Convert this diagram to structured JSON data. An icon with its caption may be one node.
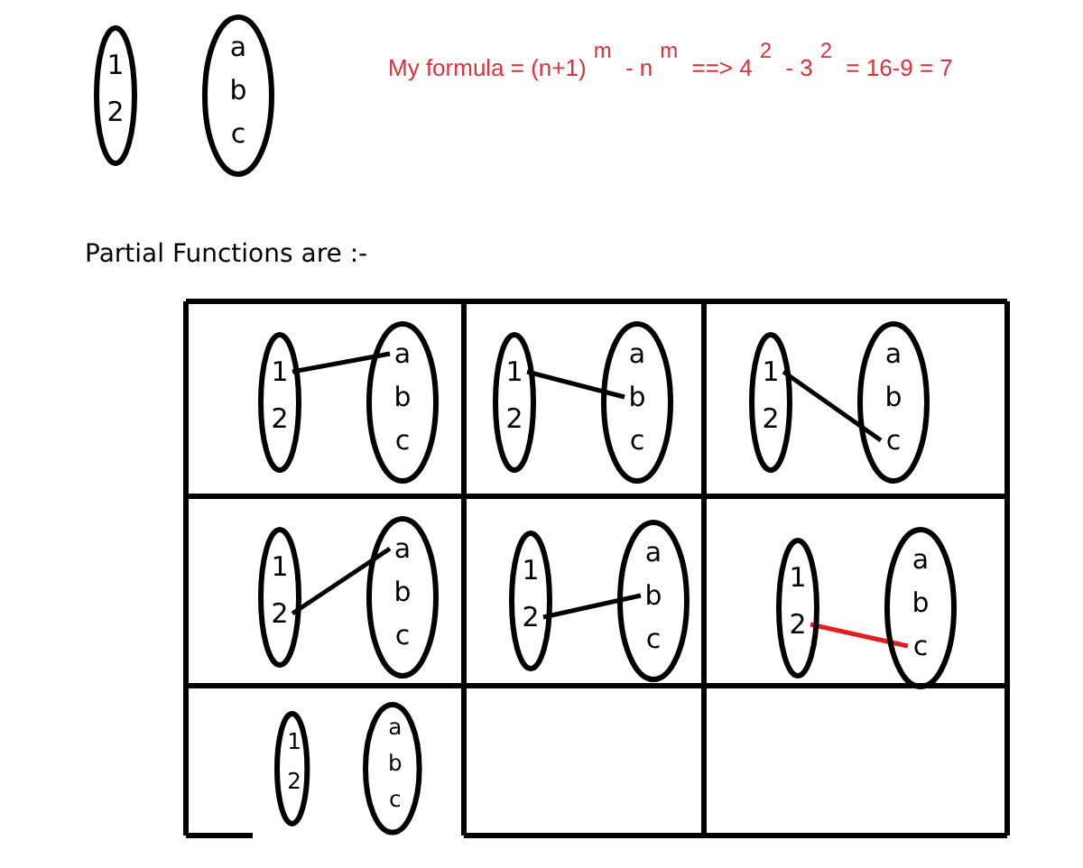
{
  "diagram": {
    "nodes": [
      {
        "text": [],
        "shape": "ellipse"
      },
      {
        "text": [
          "1"
        ],
        "in": 0
      },
      {
        "text": [
          "2"
        ],
        "in": 0
      },
      {
        "text": [],
        "shape": "ellipse"
      },
      {
        "text": [
          "a"
        ],
        "in": 3
      },
      {
        "text": [
          "b"
        ],
        "in": 3
      },
      {
        "text": [
          "c"
        ],
        "in": 3
      },
      {
        "text": [],
        "shape": "ellipse"
      },
      {
        "text": [
          "1"
        ],
        "in": 7
      },
      {
        "text": [
          "2"
        ],
        "in": 7
      },
      {
        "text": [],
        "shape": "ellipse"
      },
      {
        "text": [
          "a"
        ],
        "in": 10
      },
      {
        "text": [
          "b"
        ],
        "in": 10
      },
      {
        "text": [
          "c"
        ],
        "in": 10
      },
      {
        "text": [],
        "shape": "ellipse"
      },
      {
        "text": [
          "1"
        ],
        "in": 14
      },
      {
        "text": [
          "2"
        ],
        "in": 14
      },
      {
        "text": [],
        "shape": "ellipse"
      },
      {
        "text": [
          "a"
        ],
        "in": 17
      },
      {
        "text": [
          "b"
        ],
        "in": 17
      },
      {
        "text": [
          "c"
        ],
        "in": 17
      },
      {
        "text": [],
        "shape": "ellipse"
      },
      {
        "text": [
          "1"
        ],
        "in": 21
      },
      {
        "text": [
          "2"
        ],
        "in": 21
      },
      {
        "text": [],
        "shape": "ellipse"
      },
      {
        "text": [
          "a"
        ],
        "in": 24
      },
      {
        "text": [
          "b"
        ],
        "in": 24
      },
      {
        "text": [
          "c"
        ],
        "in": 24
      },
      {
        "text": [],
        "shape": "ellipse"
      },
      {
        "text": [
          "1"
        ],
        "in": 28
      },
      {
        "text": [
          "2"
        ],
        "in": 28
      },
      {
        "text": [],
        "shape": "ellipse"
      },
      {
        "text": [
          "a"
        ],
        "in": 31
      },
      {
        "text": [
          "b"
        ],
        "in": 31
      },
      {
        "text": [
          "c"
        ],
        "in": 31
      },
      {
        "text": [],
        "shape": "ellipse"
      },
      {
        "text": [
          "1"
        ],
        "in": 35
      },
      {
        "text": [
          "2"
        ],
        "in": 35
      },
      {
        "text": [],
        "shape": "ellipse"
      },
      {
        "text": [
          "a"
        ],
        "in": 38
      },
      {
        "text": [
          "b"
        ],
        "in": 38
      },
      {
        "text": [
          "c"
        ],
        "in": 38
      },
      {
        "text": [],
        "shape": "ellipse"
      },
      {
        "text": [
          "1"
        ],
        "in": 42
      },
      {
        "text": [
          "2"
        ],
        "in": 42
      },
      {
        "text": [],
        "shape": "ellipse"
      },
      {
        "text": [
          "a"
        ],
        "in": 45
      },
      {
        "text": [
          "b"
        ],
        "in": 45
      },
      {
        "text": [
          "c"
        ],
        "in": 45
      },
      {
        "text": [],
        "shape": "ellipse"
      },
      {
        "text": [
          "1"
        ],
        "in": 49
      },
      {
        "text": [
          "2"
        ],
        "in": 49
      },
      {
        "text": [],
        "shape": "ellipse"
      },
      {
        "text": [
          "a"
        ],
        "in": 52
      },
      {
        "text": [
          "b"
        ],
        "in": 52
      },
      {
        "text": [
          "c"
        ],
        "in": 52
      }
    ],
    "edges": [
      {
        "from": 8,
        "to": 11,
        "arrow": "none"
      },
      {
        "from": 15,
        "to": 19,
        "arrow": "none"
      },
      {
        "from": 22,
        "to": 27,
        "arrow": "none"
      },
      {
        "from": 30,
        "to": 32,
        "arrow": "none"
      },
      {
        "from": 37,
        "to": 40,
        "arrow": "none"
      },
      {
        "from": 44,
        "to": 48,
        "arrow": "none",
        "color": "#e02020"
      }
    ],
    "labels": [
      "My formula = (n+1)$^{m}$ - n$^{m}$ ==> 4$^{2}$ - 3$^{2}$ = 16-9 = 7",
      "Partial Functions are :-"
    ]
  }
}
